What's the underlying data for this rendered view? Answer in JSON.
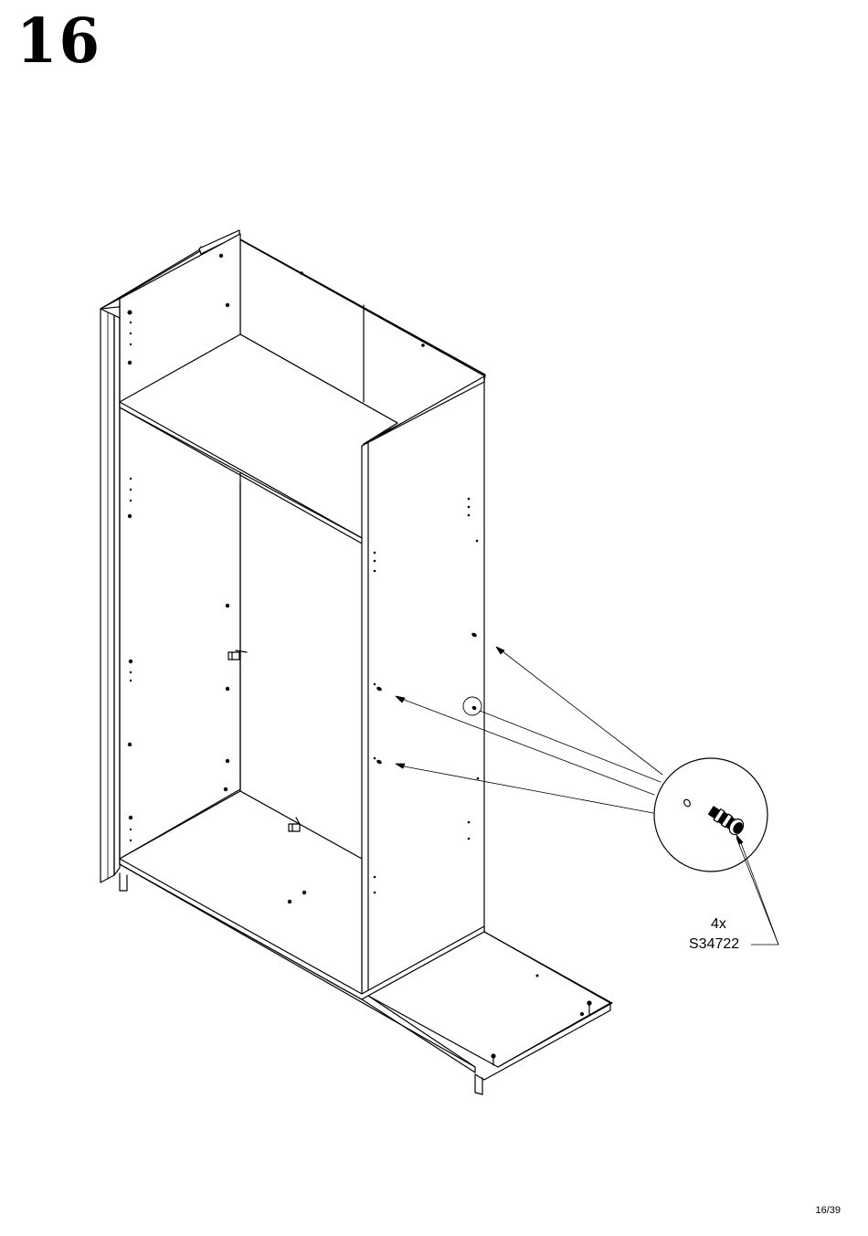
{
  "step": {
    "number": "16"
  },
  "callout": {
    "quantity": "4x",
    "part_code": "S34722"
  },
  "footer": {
    "page": "16/39"
  },
  "icons": {
    "part_detail": "shelf-pin-icon"
  },
  "colors": {
    "ink": "#000000",
    "paper": "#ffffff"
  }
}
